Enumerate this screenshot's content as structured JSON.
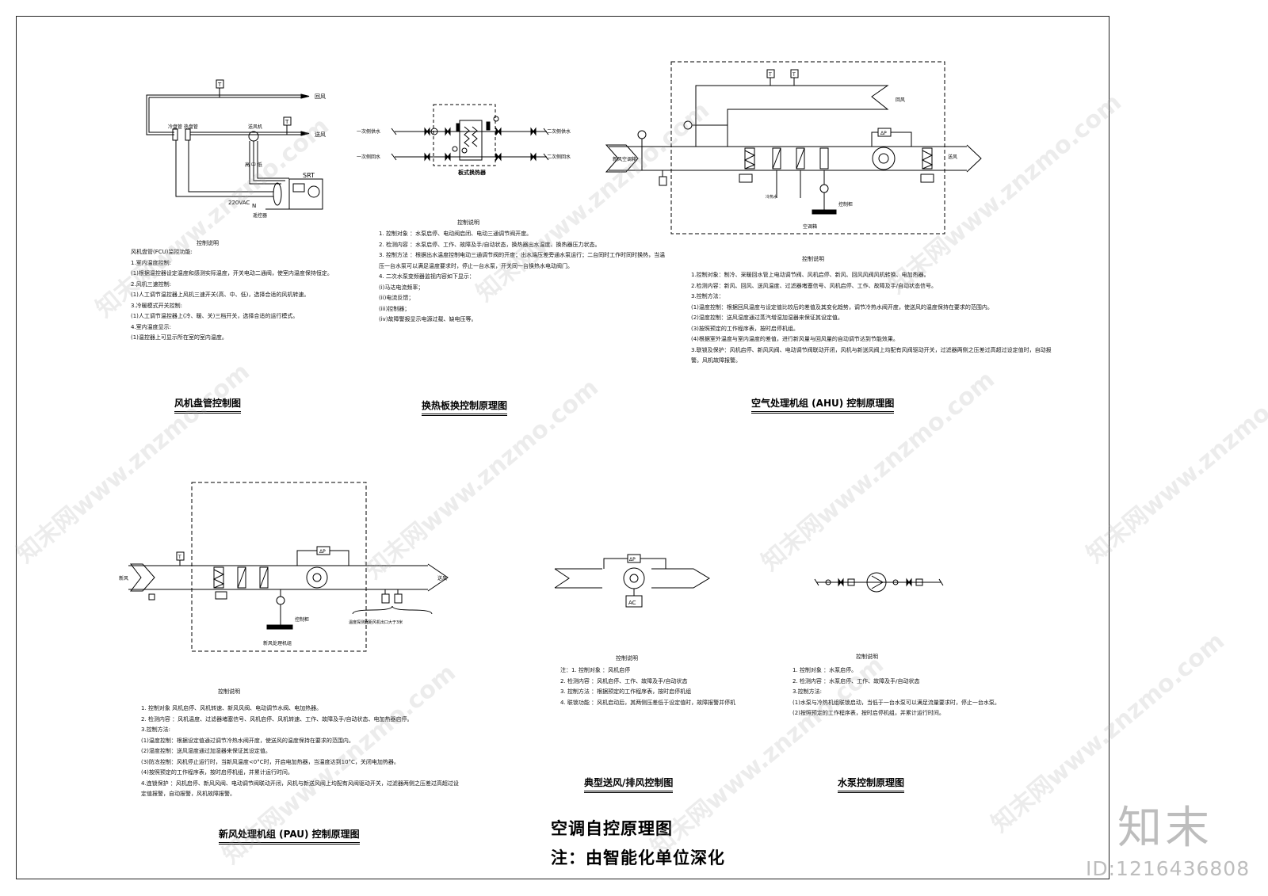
{
  "fcu": {
    "labels": {
      "return_air": "回风",
      "supply_air": "送风",
      "cool_hot": "冷盘管 热盘管",
      "supply_label": "送风机",
      "hml": "高 中 低",
      "srt": "SRT",
      "power": "220VAC",
      "n": "N",
      "remote": "遥控器",
      "t": "T"
    },
    "notes_title": "控制说明",
    "notes": [
      "风机盘管(FCU)监控功能:",
      "1.室内温度控制:",
      "(1)根据温控器设定温度和感测实际温度，开关电动二通阀，使室内温度保持恒定。",
      "2.风机三速控制:",
      "(1)人工调节温控器上风机三速开关(高、中、低)，选择合适的风机转速。",
      "3.冷暖模式开关控制:",
      "(1)人工调节温控器上(冷、暖、关)三档开关，选择合适的运行模式。",
      "4.室内温度显示:",
      "(1)温控器上可显示所在室的室内温度。"
    ],
    "title": "风机盘管控制图"
  },
  "hx": {
    "labels": {
      "p_sup": "一次侧供水",
      "p_ret": "一次侧回水",
      "s_sup": "二次侧供水",
      "s_ret": "二次侧回水",
      "plate": "板式换热器"
    },
    "notes_title": "控制说明",
    "notes": [
      "1. 控制对象 ：水泵启停、电动阀启闭、电动三通调节阀开度。",
      "2. 检测内容 ：水泵启停、工作、故障及手/自动状态，换热器出水温度、换热器压力状态。",
      "3. 控制方法 ：根据出水温度控制电动三通调节阀的开度；出水端压差旁通水泵运行；二台同时工作时同时换热，当温",
      "   压一台水泵可以满足温度要求时，停止一台水泵，开关同一台换热水电动阀门。",
      "4. 二次水泵变频器监视内容如下显示：",
      "(i)马达电流频率；",
      "(ii)电流反馈；",
      "(iii)控制器；",
      "(iv)故障警报显示电源过载、缺电压等。"
    ],
    "title": "换热板换控制原理图"
  },
  "ahu": {
    "labels": {
      "return_air": "回风",
      "fresh_air": "新风空调箱",
      "supply_air": "送风",
      "box": "空调箱",
      "ctrl": "控制柜",
      "dp": "ΔP",
      "t": "T",
      "water": "冷热水"
    },
    "notes_title": "控制说明",
    "notes": [
      "1.控制对象：制冷、采暖回水管上电动调节阀、风机启停、新风、回风风阀风机转换、电加热器。",
      "2.检测内容：新风、回风、送风温度、过滤器堵塞信号、风机启停、工作、故障及手/自动状态信号。",
      "3.控制方法：",
      "(1)温度控制：根据回风温度与设定值比较后的差值及其变化趋势，调节冷热水阀开度，使送风的温度保持在要求的范围内。",
      "(2)湿度控制：送风湿度通过蒸汽增湿加湿器来保证其设定值。",
      "(3)按照预定的工作程序表，按时启停机组。",
      "(4)根据室外温度与室内温度的差值，进行新风量与回风量的自动调节达到节能效果。",
      "3.联锁及保护：风机启停、新风风阀、电动调节阀联动开闭，风机与新送风阀上均配有风阀驱动开关，过滤器两侧之压差过高超过设定值时，自动报",
      "警。风机故障报警。"
    ],
    "title": "空气处理机组 (AHU) 控制原理图"
  },
  "pau": {
    "labels": {
      "fresh_air": "新风",
      "supply_air": "送风",
      "box": "新风处理机组",
      "ctrl": "控制柜",
      "remark": "温度探测器距风机出口大于3米",
      "dp": "ΔP",
      "t": "T"
    },
    "notes_title": "控制说明",
    "notes": [
      "1. 控制对象 风机启停、风机转速、新风风阀、电动调节水阀、电加热器。",
      "2. 检测内容 ：风机温度、过滤器堵塞信号、风机启停、风机转速、工作、故障及手/自动状态、电加热器启停。",
      "3.控制方法:",
      "(1)温度控制：根据设定值通过调节冷热水阀开度，使送风的温度保持在要求的范围内。",
      "(2)湿度控制：送风湿度通过加湿器来保证其设定值。",
      "(3)防冻控制：风机停止运行时，当新风温度<0°C时，开启电加热器，当温度达到10°C，关闭电加热器。",
      "(4)按照预定的工作程序表，按时启停机组，并累计运行时间。",
      "4.连锁保护 ：风机启停、新风风阀、电动调节阀联动开闭，风机与新送风阀上均配有风阀驱动开关，过滤器两侧之压差过高超过设",
      "定值报警，自动报警，风机故障报警。"
    ],
    "title": "新风处理机组 (PAU) 控制原理图"
  },
  "fan": {
    "labels": {
      "dp": "ΔP",
      "ac": "AC"
    },
    "notes_title": "控制说明",
    "notes": [
      "注：1. 控制对象 ：风机启停",
      "2. 检测内容 ：风机启停、工作、故障及手/自动状态",
      "3. 控制方法 ：根据预定的工作程序表，按时启停机组",
      "4. 联锁功能 ：风机启动后，其两侧压差低于设定值时，故障报警并停机"
    ],
    "title": "典型送风/排风控制图"
  },
  "pump": {
    "notes_title": "控制说明",
    "notes": [
      "1. 控制对象 ：水泵启停。",
      "2. 检测内容 ：水泵启停、工作、故障及手/自动状态",
      "3.控制方法:",
      "(1)水泵与冷热机组联锁启动，当低于一台水泵可以满足流量要求时，停止一台水泵。",
      "(2)按照预定的工作程序表，按时启停机组，并累计运行时间。"
    ],
    "title": "水泵控制原理图"
  },
  "main_title": "空调自控原理图",
  "main_note": "注：由智能化单位深化",
  "brand": {
    "name": "知末",
    "id": "ID:1216436808"
  },
  "watermark": "知末网www.znzmo.com"
}
